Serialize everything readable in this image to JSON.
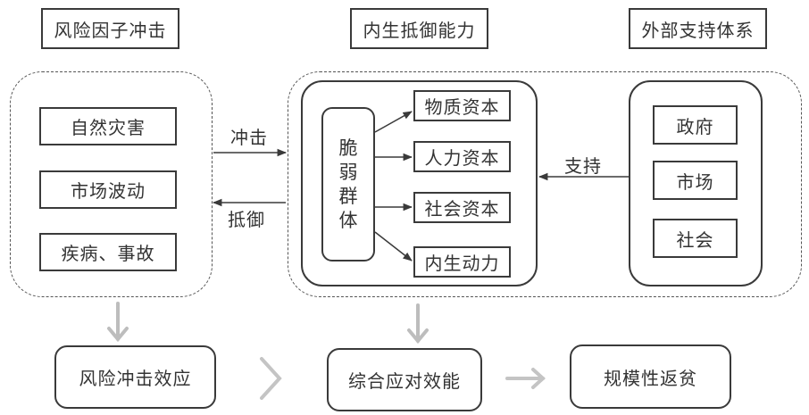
{
  "headers": {
    "risk": "风险因子冲击",
    "capacity": "内生抵御能力",
    "support": "外部支持体系"
  },
  "risk_factors": [
    "自然灾害",
    "市场波动",
    "疾病、事故"
  ],
  "vulnerable_group": [
    "脆",
    "弱",
    "群",
    "体"
  ],
  "capitals": [
    "物质资本",
    "人力资本",
    "社会资本",
    "内生动力"
  ],
  "support_actors": [
    "政府",
    "市场",
    "社会"
  ],
  "arrow_labels": {
    "impact": "冲击",
    "resist": "抵御",
    "support": "支持"
  },
  "outcomes": {
    "risk_effect": "风险冲击效应",
    "coping_efficacy": "综合应对效能",
    "return_poverty": "规模性返贫"
  },
  "colors": {
    "line": "#3a3a3a",
    "gray_arrow": "#bdbdbd"
  }
}
